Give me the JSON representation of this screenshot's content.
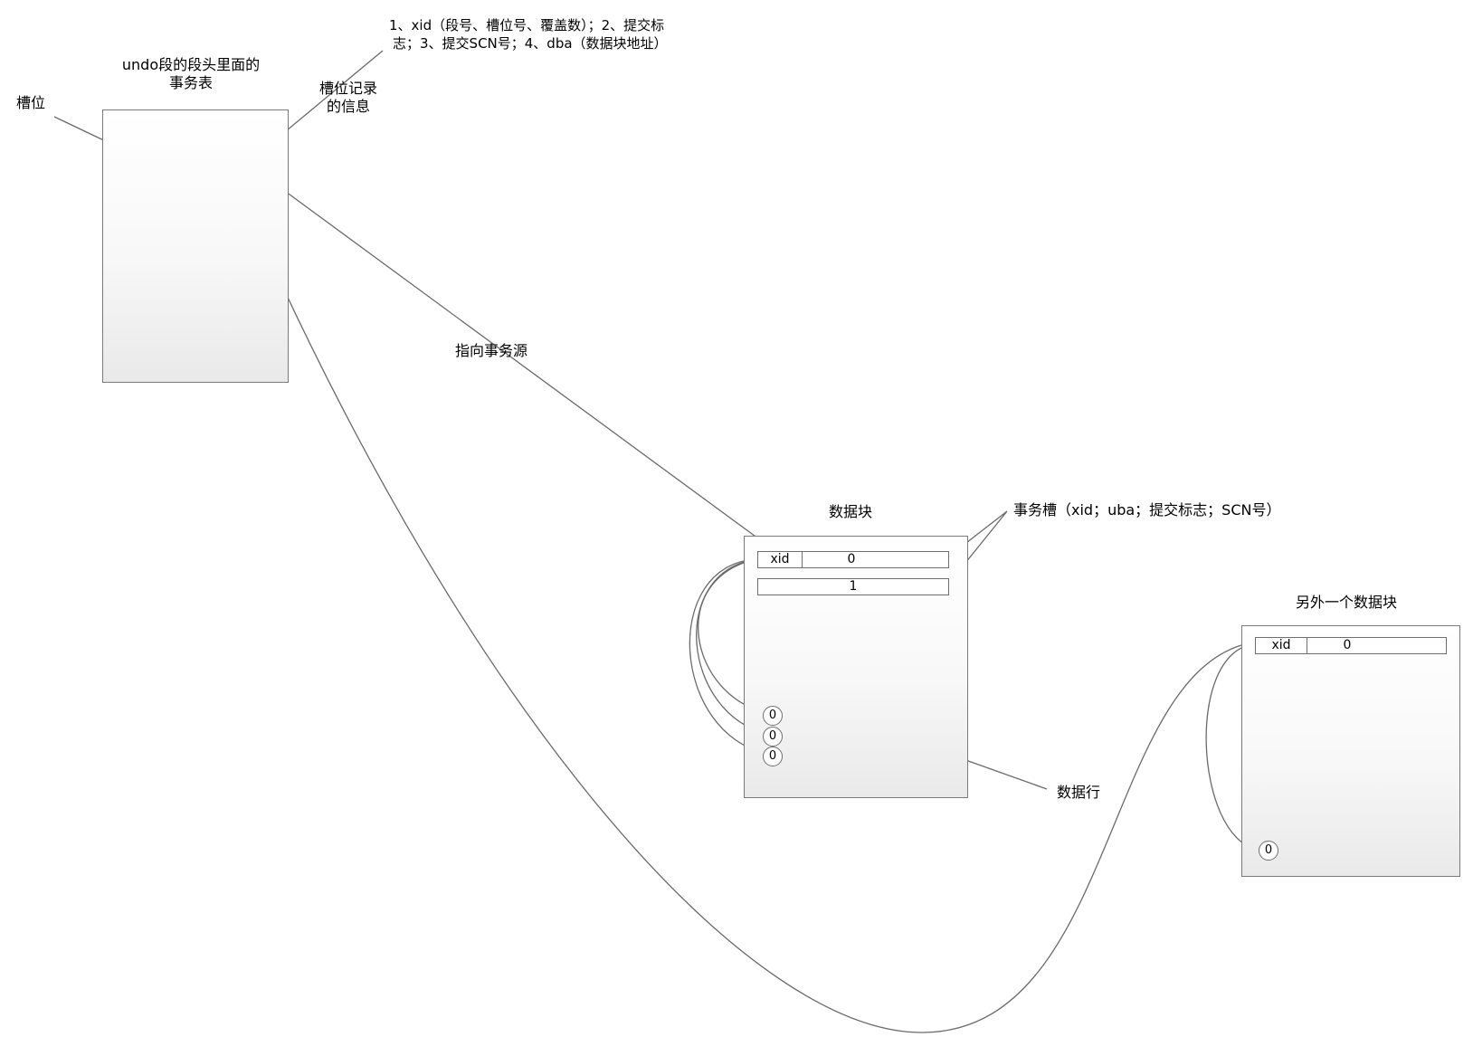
{
  "undo": {
    "title_line1": "undo段的段头里面的",
    "title_line2": "事务表"
  },
  "labels": {
    "slot": "槽位",
    "slot_info_line1": "槽位记录",
    "slot_info_line2": "的信息",
    "slot_info_detail_line1": "1、xid（段号、槽位号、覆盖数）；2、提交标",
    "slot_info_detail_line2": "志；3、提交SCN号；4、dba（数据块地址）",
    "points_to_source": "指向事务源",
    "transaction_slot": "事务槽（xid；uba；提交标志；SCN号）",
    "data_rows": "数据行"
  },
  "data_block": {
    "title": "数据块",
    "slots": [
      {
        "xid": "xid",
        "number": "0"
      },
      {
        "number": "1"
      }
    ],
    "rows": [
      "0",
      "0",
      "0"
    ]
  },
  "other_block": {
    "title": "另外一个数据块",
    "slots": [
      {
        "xid": "xid",
        "number": "0"
      }
    ],
    "rows": [
      "0"
    ]
  },
  "colors": {
    "line": "#6a6a6a",
    "box_border": "#7a7a7a"
  }
}
